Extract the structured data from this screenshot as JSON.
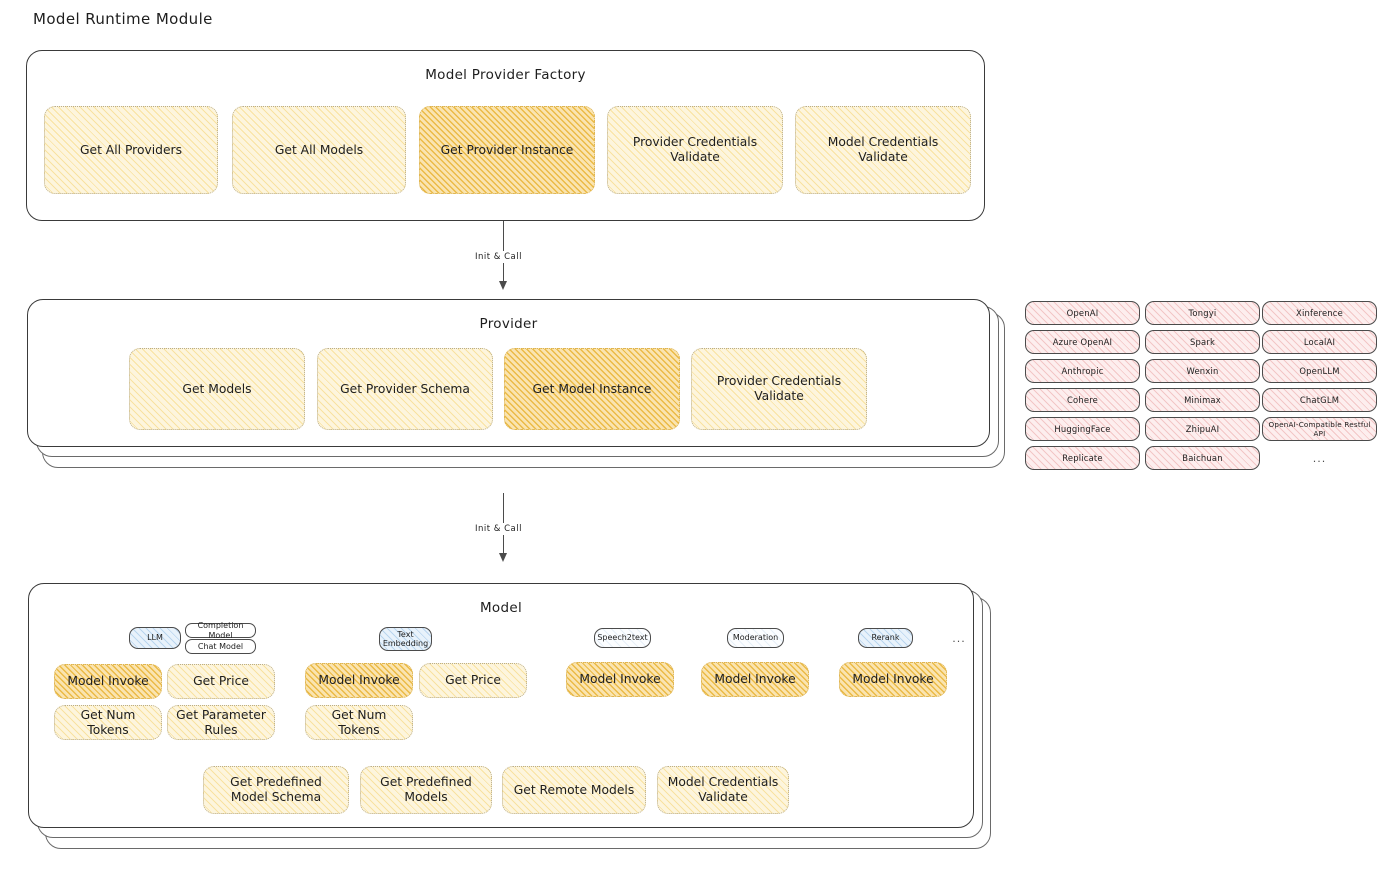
{
  "page": {
    "title": "Model Runtime Module"
  },
  "factory": {
    "title": "Model Provider Factory",
    "methods": [
      {
        "label": "Get All Providers",
        "highlight": false
      },
      {
        "label": "Get All Models",
        "highlight": false
      },
      {
        "label": "Get Provider Instance",
        "highlight": true
      },
      {
        "label": "Provider Credentials Validate",
        "highlight": false
      },
      {
        "label": "Model Credentials Validate",
        "highlight": false
      }
    ]
  },
  "arrows": [
    {
      "label": "Init & Call"
    },
    {
      "label": "Init & Call"
    }
  ],
  "provider": {
    "title": "Provider",
    "methods": [
      {
        "label": "Get Models",
        "highlight": false
      },
      {
        "label": "Get Provider Schema",
        "highlight": false
      },
      {
        "label": "Get Model Instance",
        "highlight": true
      },
      {
        "label": "Provider Credentials Validate",
        "highlight": false
      }
    ]
  },
  "provider_list": {
    "columns": [
      [
        "OpenAI",
        "Azure OpenAI",
        "Anthropic",
        "Cohere",
        "HuggingFace",
        "Replicate"
      ],
      [
        "Tongyi",
        "Spark",
        "Wenxin",
        "Minimax",
        "ZhipuAI",
        "Baichuan"
      ],
      [
        "Xinference",
        "LocalAI",
        "OpenLLM",
        "ChatGLM",
        "OpenAI-Compatible Restful API"
      ]
    ],
    "more": "..."
  },
  "model": {
    "title": "Model",
    "more": "...",
    "types": [
      {
        "name": "LLM",
        "sub": [
          "Completion Model",
          "Chat Model"
        ],
        "methods": [
          {
            "label": "Model Invoke",
            "highlight": true
          },
          {
            "label": "Get Price",
            "highlight": false
          },
          {
            "label": "Get Num Tokens",
            "highlight": false
          },
          {
            "label": "Get Parameter Rules",
            "highlight": false
          }
        ]
      },
      {
        "name": "Text Embedding",
        "sub": [],
        "methods": [
          {
            "label": "Model Invoke",
            "highlight": true
          },
          {
            "label": "Get Price",
            "highlight": false
          },
          {
            "label": "Get Num Tokens",
            "highlight": false
          }
        ]
      },
      {
        "name": "Speech2text",
        "sub": [],
        "methods": [
          {
            "label": "Model Invoke",
            "highlight": true
          }
        ]
      },
      {
        "name": "Moderation",
        "sub": [],
        "methods": [
          {
            "label": "Model Invoke",
            "highlight": true
          }
        ]
      },
      {
        "name": "Rerank",
        "sub": [],
        "methods": [
          {
            "label": "Model Invoke",
            "highlight": true
          }
        ]
      }
    ],
    "common_methods": [
      {
        "label": "Get Predefined Model Schema"
      },
      {
        "label": "Get Predefined Models"
      },
      {
        "label": "Get Remote Models"
      },
      {
        "label": "Model Credentials Validate"
      }
    ]
  },
  "colors": {
    "chip_fill": "#fdf5dd",
    "chip_highlight_fill": "#fae4b0",
    "provider_pill_fill": "#fdeeee",
    "badge_fill": "#e8f2fb",
    "stroke": "#1e1e1e"
  }
}
